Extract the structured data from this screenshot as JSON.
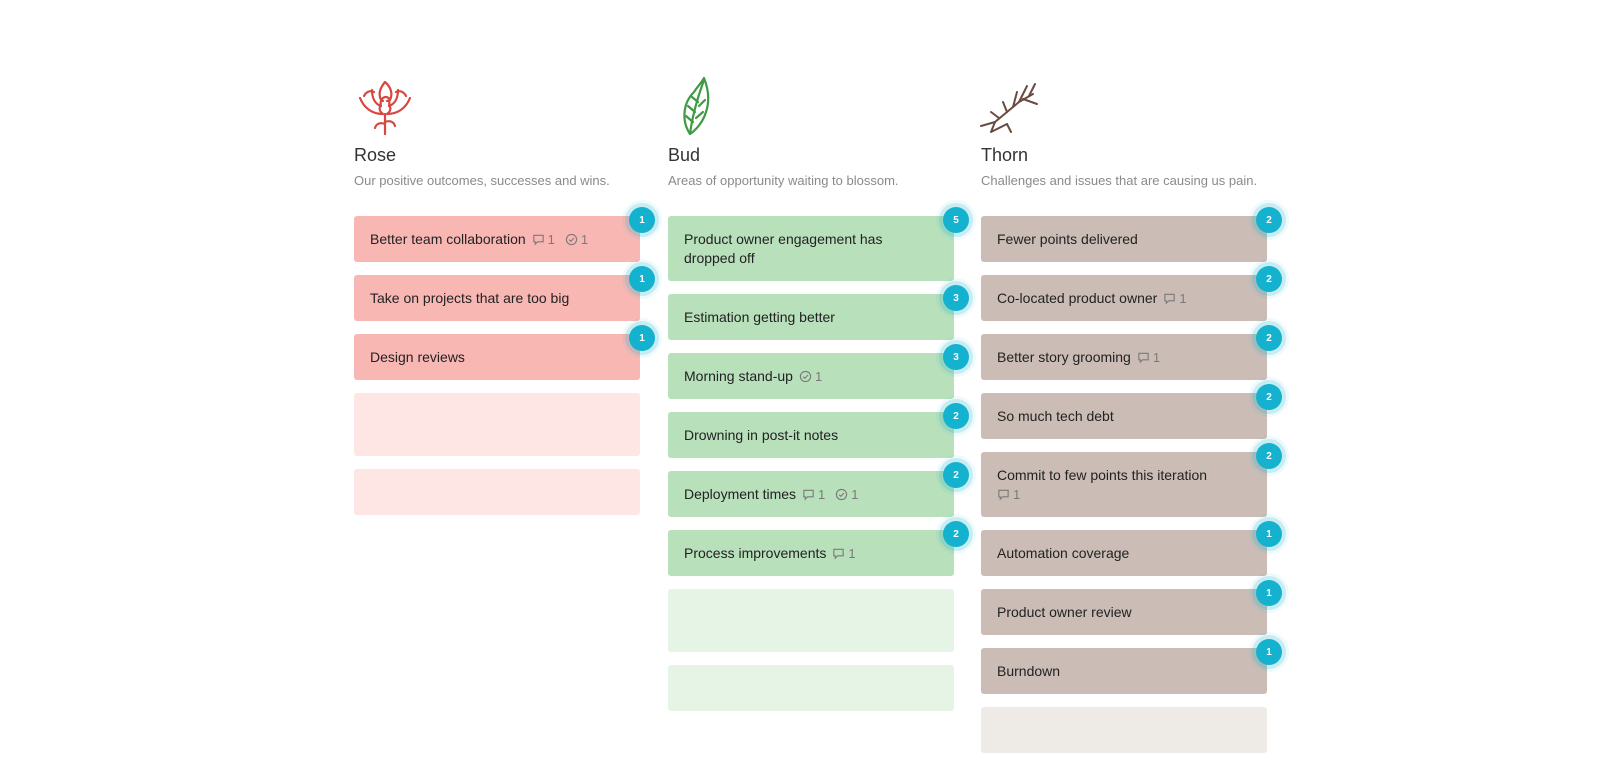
{
  "columns": [
    {
      "id": "rose",
      "icon": "rose-icon",
      "title": "Rose",
      "description": "Our positive outcomes, successes and wins.",
      "color": "#f9b7b3",
      "cards": [
        {
          "text": "Better team collaboration",
          "comments": "1",
          "checks": "1",
          "votes": "1"
        },
        {
          "text": "Take on projects that are too big",
          "votes": "1"
        },
        {
          "text": "Design reviews",
          "votes": "1"
        }
      ]
    },
    {
      "id": "bud",
      "icon": "leaf-icon",
      "title": "Bud",
      "description": "Areas of opportunity waiting to blossom.",
      "color": "#b8e0bb",
      "cards": [
        {
          "text": "Product owner engagement has dropped off",
          "votes": "5"
        },
        {
          "text": "Estimation getting better",
          "votes": "3"
        },
        {
          "text": "Morning stand-up",
          "checks": "1",
          "votes": "3"
        },
        {
          "text": "Drowning in post-it notes",
          "votes": "2"
        },
        {
          "text": "Deployment times",
          "comments": "1",
          "checks": "1",
          "votes": "2"
        },
        {
          "text": "Process improvements",
          "comments": "1",
          "votes": "2"
        }
      ]
    },
    {
      "id": "thorn",
      "icon": "thorn-icon",
      "title": "Thorn",
      "description": "Challenges and issues that are causing us pain.",
      "color": "#cbbdb6",
      "cards": [
        {
          "text": "Fewer points delivered",
          "votes": "2"
        },
        {
          "text": "Co-located product owner",
          "comments": "1",
          "votes": "2"
        },
        {
          "text": "Better story grooming",
          "comments": "1",
          "votes": "2"
        },
        {
          "text": "So much tech debt",
          "votes": "2"
        },
        {
          "text": "Commit to few points this iteration",
          "comments": "1",
          "votes": "2"
        },
        {
          "text": "Automation coverage",
          "votes": "1"
        },
        {
          "text": "Product owner review",
          "votes": "1"
        },
        {
          "text": "Burndown",
          "votes": "1"
        }
      ]
    }
  ],
  "badge_color": "#14b2cf"
}
